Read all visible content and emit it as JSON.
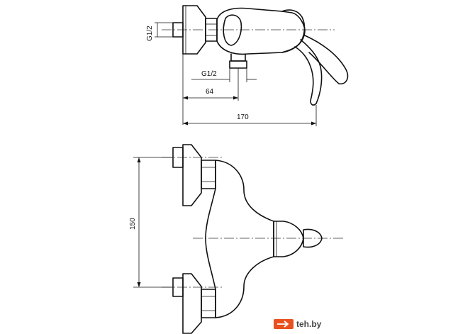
{
  "drawing": {
    "side_view": {
      "thread_inlet_label": "G1/2",
      "thread_outlet_label": "G1/2",
      "dim_64_label": "64",
      "dim_170_label": "170"
    },
    "front_view": {
      "dim_150_label": "150"
    }
  },
  "watermark": {
    "text": "teh.by",
    "color": "#e8501f"
  }
}
